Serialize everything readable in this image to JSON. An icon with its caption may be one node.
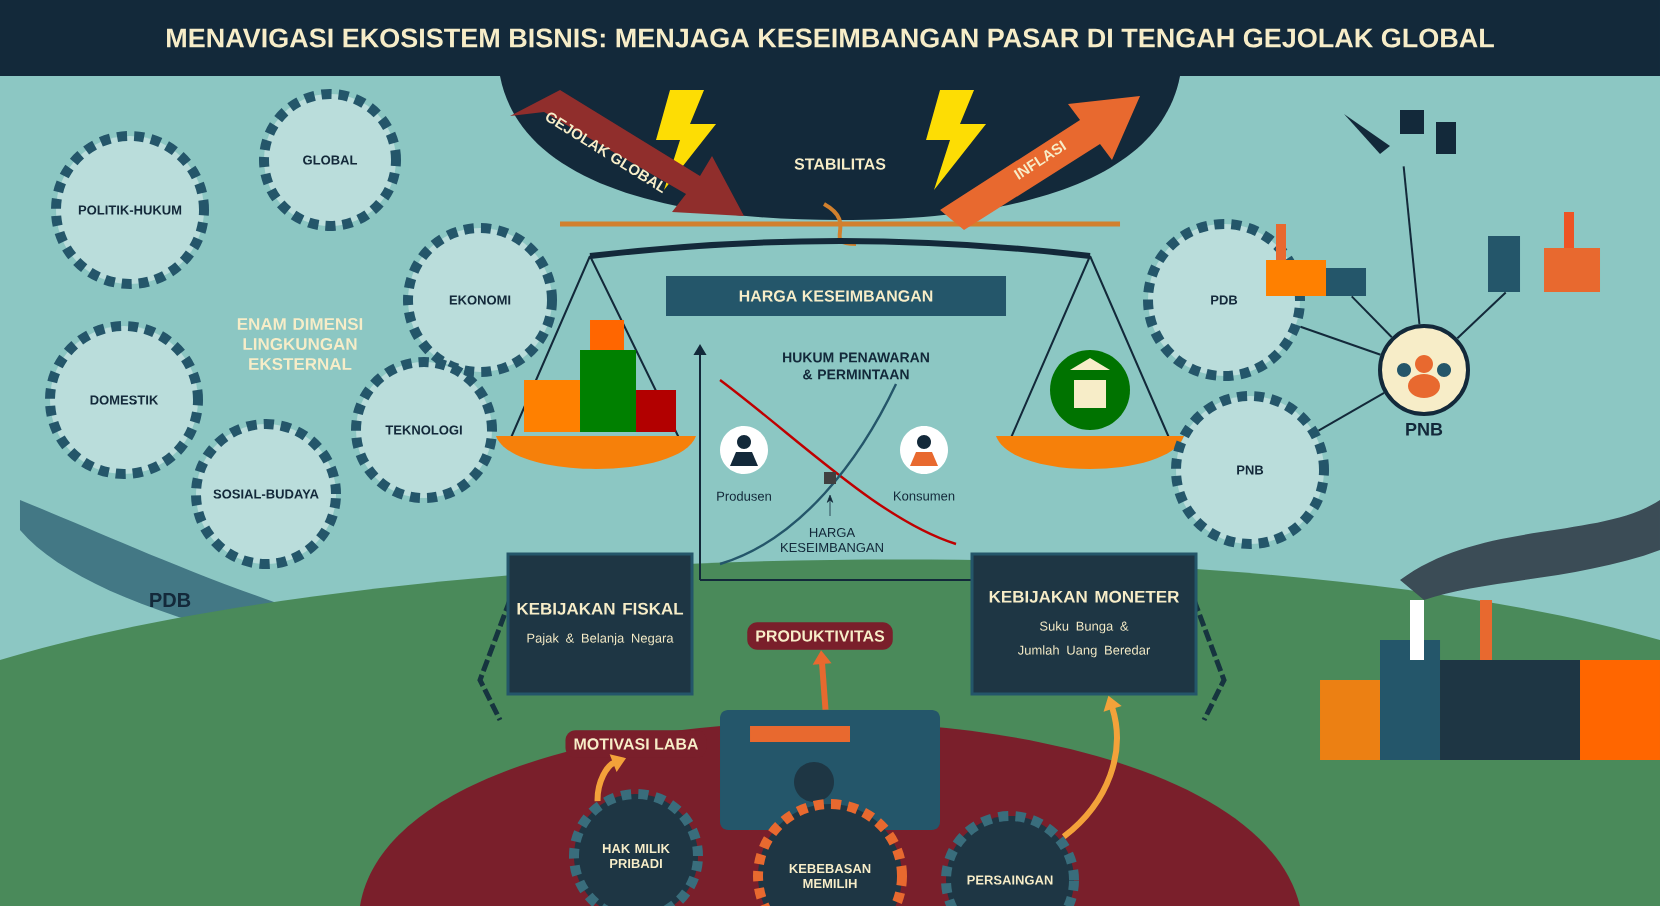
{
  "diagram": {
    "title": "MENAVIGASI EKOSISTEM BISNIS: MENJAGA KESEIMBANGAN PASAR DI TENGAH GEJOLAK GLOBAL",
    "nodes": [
      {
        "text": [
          "POLITIK-HUKUM"
        ]
      },
      {
        "text": [
          "GLOBAL"
        ]
      },
      {
        "text": [
          "EKONOMI"
        ]
      },
      {
        "text": [
          "DOMESTIK"
        ]
      },
      {
        "text": [
          "SOSIAL-BUDAYA"
        ]
      },
      {
        "text": [
          "TEKNOLOGI"
        ]
      },
      {
        "text": [
          "HARGA KESEIMBANGAN"
        ]
      },
      {
        "text": [
          "KEBIJAKAN FISKAL",
          "Pajak & Belanja Negara"
        ]
      },
      {
        "text": [
          "KEBIJAKAN MONETER",
          "Suku Bunga & Jumlah Uang Beredar"
        ]
      },
      {
        "text": [
          "PRODUKTIVITAS"
        ]
      },
      {
        "text": [],
        "shape": "picture"
      },
      {
        "text": [
          "MOTIVASI LABA"
        ]
      },
      {
        "text": [
          "HAK MILIK PRIBADI"
        ]
      },
      {
        "text": [
          "KEBEBASAN MEMILIH"
        ]
      },
      {
        "text": [
          "PERSAINGAN"
        ]
      },
      {
        "text": [
          "PDB"
        ]
      },
      {
        "text": [
          "PNB"
        ]
      },
      {
        "text": [
          "PNB"
        ]
      },
      {
        "text": [],
        "shape": "picture"
      },
      {
        "text": [],
        "shape": "picture"
      },
      {
        "text": [],
        "shape": "picture"
      }
    ],
    "edges": [
      {
        "from": 10,
        "to": 9,
        "arrow": "to",
        "style": "thick",
        "color": "#e8692f"
      },
      {
        "from": 12,
        "to": 11,
        "arrow": "to",
        "style": "thick",
        "color": "#f3a23a"
      },
      {
        "from": 14,
        "to": 8,
        "arrow": "to",
        "style": "thick",
        "color": "#f3a23a"
      },
      {
        "from": 15,
        "to": 17,
        "arrow": "none"
      },
      {
        "from": 16,
        "to": 17,
        "arrow": "none"
      },
      {
        "from": 19,
        "to": 17,
        "arrow": "none"
      },
      {
        "from": 18,
        "to": 17,
        "arrow": "none"
      },
      {
        "from": 20,
        "to": 17,
        "arrow": "none"
      }
    ],
    "labels": [
      "ENAM DIMENSI LINGKUNGAN EKSTERNAL",
      "GEJOLAK GLOBAL",
      "STABILITAS",
      "INFLASI",
      "HUKUM PENAWARAN & PERMINTAAN",
      "Produsen",
      "Konsumen",
      "HARGA KESEIMBANGAN",
      "PDB"
    ]
  }
}
